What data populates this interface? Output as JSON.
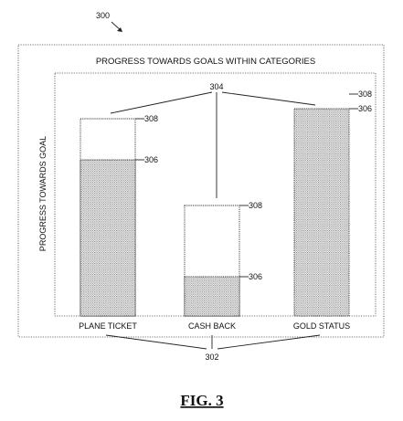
{
  "figure": {
    "ref_number": "300",
    "title": "PROGRESS TOWARDS GOALS WITHIN CATEGORIES",
    "caption": "FIG. 3"
  },
  "chart_data": {
    "type": "bar",
    "title": "PROGRESS TOWARDS GOALS WITHIN CATEGORIES",
    "ylabel": "PROGRESS TOWARDS GOAL",
    "xlabel": "",
    "categories": [
      "PLANE TICKET",
      "CASH BACK",
      "GOLD STATUS"
    ],
    "series": [
      {
        "name": "306",
        "values": [
          0.83,
          0.24,
          1.0
        ]
      },
      {
        "name": "308",
        "values": [
          1.0,
          0.59,
          1.0
        ]
      }
    ],
    "ylim": [
      0,
      1
    ],
    "grid": false
  },
  "callouts": {
    "goal": "308",
    "progress": "306",
    "bars": "304",
    "categories": "302"
  }
}
